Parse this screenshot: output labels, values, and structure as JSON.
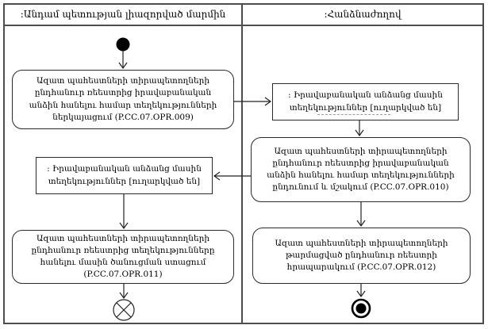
{
  "lanes": {
    "left": {
      "title": ":Անդամ պետության լիազորված մարմին"
    },
    "right": {
      "title": ":Հանձնաժողով"
    }
  },
  "nodes": {
    "submit_info": {
      "label": "Ազատ պահեստների տիրապետողների ընդհանուր ռեեստրից իրավաբանական անձին հանելու համար տեղեկությունների ներկայացում (P.CC.07.OPR.009)"
    },
    "info_sent_right": {
      "label": ": Իրավաբանական անձանց մասին տեղեկություններ [ուղարկված են]"
    },
    "receive_process": {
      "label": "Ազատ պահեստների տիրապետողների ընդհանուր ռեեստրից իրավաբանական անձին հանելու համար տեղեկությունների ընդունում և մշակում (P.CC.07.OPR.010)"
    },
    "info_sent_left": {
      "label": ": Իրավաբանական անձանց մասին տեղեկություններ [ուղարկված են]"
    },
    "receive_notice": {
      "label": "Ազատ պահեստների տիրապետողների ընդհանուր ռեեստրից տեղեկությունները հանելու մասին ծանուցման ստացում (P.CC.07.OPR.011)"
    },
    "publish_registry": {
      "label": "Ազատ պահեստների տիրապետողների թարմացված ընդհանուր ռեեստրի հրապարակում (P.CC.07.OPR.012)"
    }
  },
  "symbols": {
    "initial": "initial-node",
    "flow_final": "flow-final-node",
    "activity_final": "activity-final-node"
  },
  "colors": {
    "frame": "#4d4d4d",
    "line": "#222222",
    "box_border": "#2b2b2b",
    "background": "#ffffff",
    "text": "#000000"
  }
}
